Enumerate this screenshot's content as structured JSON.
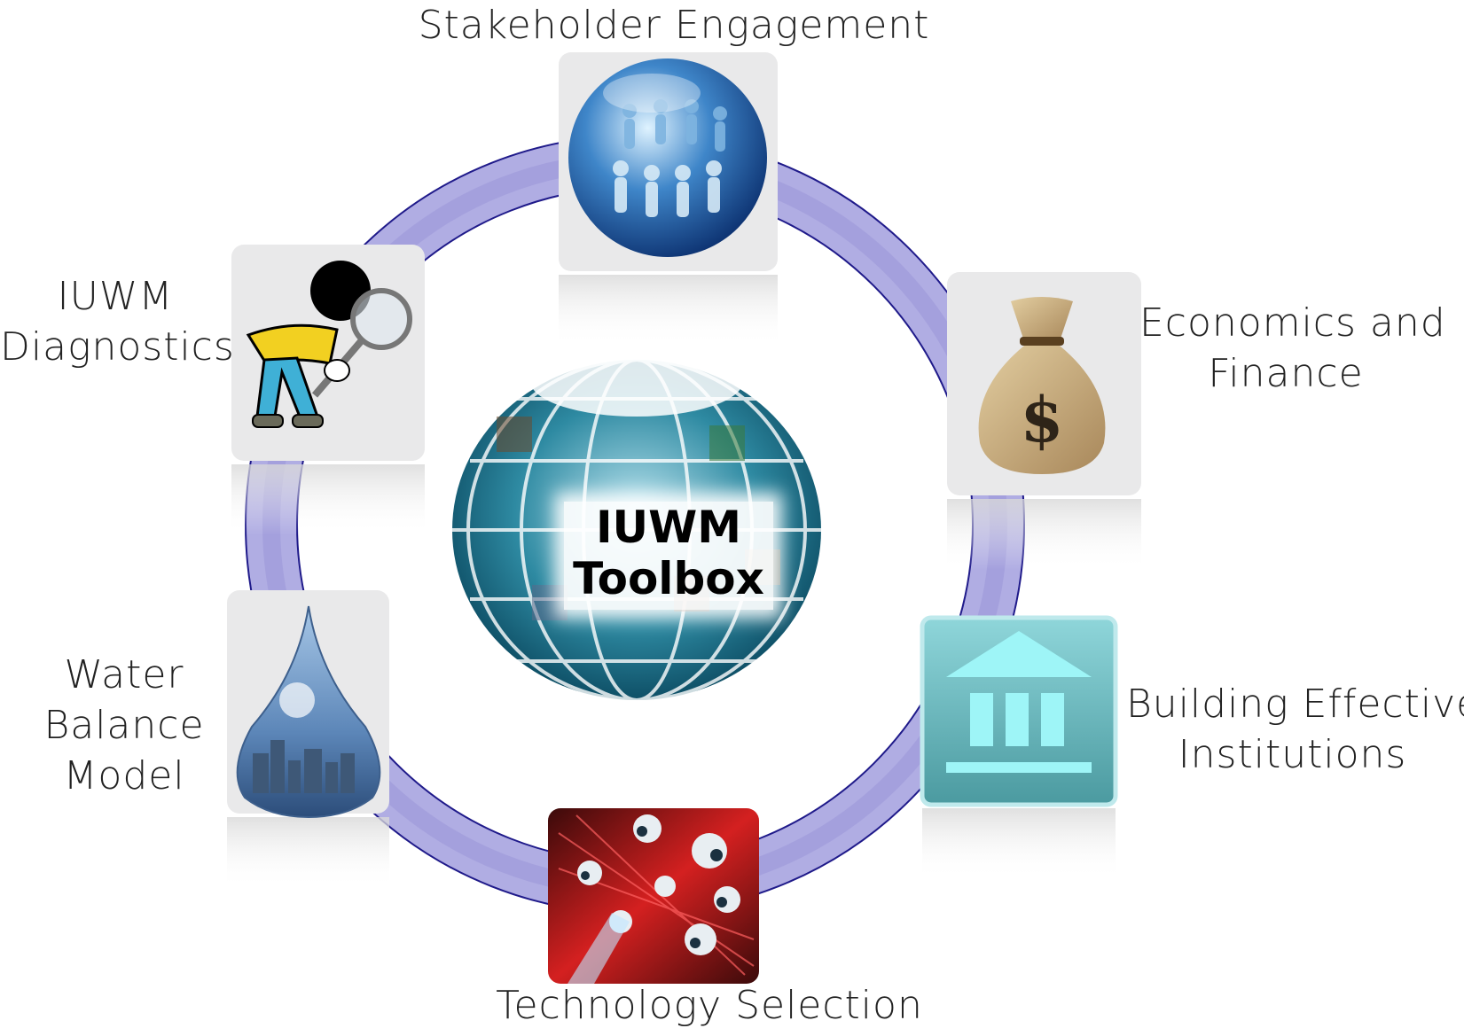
{
  "center": {
    "title_line1": "IUWM",
    "title_line2": "Toolbox"
  },
  "nodes": {
    "stakeholder": {
      "label_lines": [
        "Stakeholder Engagement"
      ]
    },
    "economics": {
      "label_lines": [
        "Economics and",
        "Finance"
      ]
    },
    "institutions": {
      "label_lines": [
        "Building Effective",
        "Institutions"
      ]
    },
    "technology": {
      "label_lines": [
        "Technology Selection"
      ]
    },
    "water_balance": {
      "label_lines": [
        "Water",
        "Balance",
        "Model"
      ]
    },
    "diagnostics": {
      "label_lines": [
        "IUWM",
        "Diagnostics"
      ]
    }
  },
  "colors": {
    "ring_fill": "#a9a6de",
    "ring_stroke": "#1f1a8a",
    "tile_bg": "#e9e9ea",
    "globe_blue": "#2f7fa6",
    "institution_teal": "#6fbfc4"
  },
  "icons": {
    "stakeholder": "people-globe-icon",
    "economics": "money-bag-icon",
    "institutions": "bank-building-icon",
    "technology": "nanotube-molecules-icon",
    "water_balance": "water-drop-city-icon",
    "diagnostics": "magnifying-glass-inspector-icon",
    "center": "photo-globe-icon"
  }
}
